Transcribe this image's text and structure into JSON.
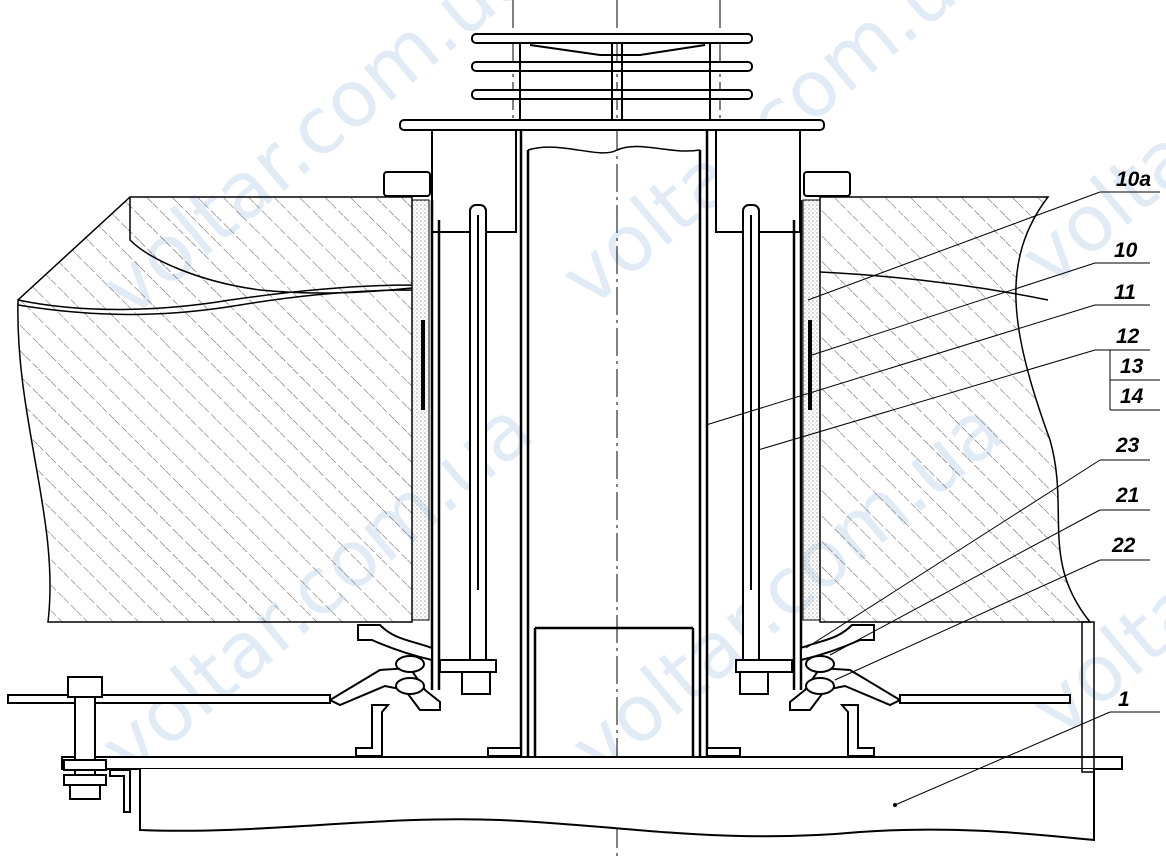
{
  "watermark": {
    "text": "voltar.com.ua",
    "color": "#c9dcef"
  },
  "callouts": [
    {
      "id": "c10a",
      "label": "10a"
    },
    {
      "id": "c10",
      "label": "10"
    },
    {
      "id": "c11",
      "label": "11"
    },
    {
      "id": "c12",
      "label": "12"
    },
    {
      "id": "c13",
      "label": "13"
    },
    {
      "id": "c14",
      "label": "14"
    },
    {
      "id": "c23",
      "label": "23"
    },
    {
      "id": "c21",
      "label": "21"
    },
    {
      "id": "c22",
      "label": "22"
    },
    {
      "id": "c1",
      "label": "1"
    }
  ],
  "colors": {
    "line": "#000000",
    "hatch": "#555555",
    "background": "#ffffff"
  }
}
